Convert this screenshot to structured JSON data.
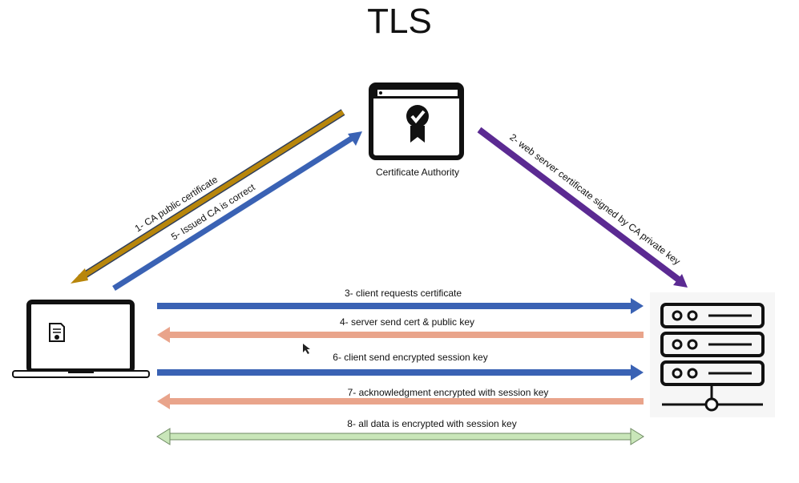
{
  "title": "TLS",
  "nodes": {
    "ca_label": "Certificate Authority"
  },
  "steps": {
    "s1": "1- CA public certificate",
    "s2": "2- web server certificate signed by CA private key",
    "s3": "3- client requests certificate",
    "s4": "4- server send cert & public key",
    "s5": "5- Issued CA is correct",
    "s6": "6- client send encrypted session key",
    "s7": "7- acknowledgment encrypted with session key",
    "s8": "8- all data is encrypted with session key"
  },
  "colors": {
    "gold": "#B8860B",
    "blue": "#3A62B4",
    "purple": "#5B2A92",
    "salmon": "#E9A48B",
    "green": "#C9E6B9"
  }
}
